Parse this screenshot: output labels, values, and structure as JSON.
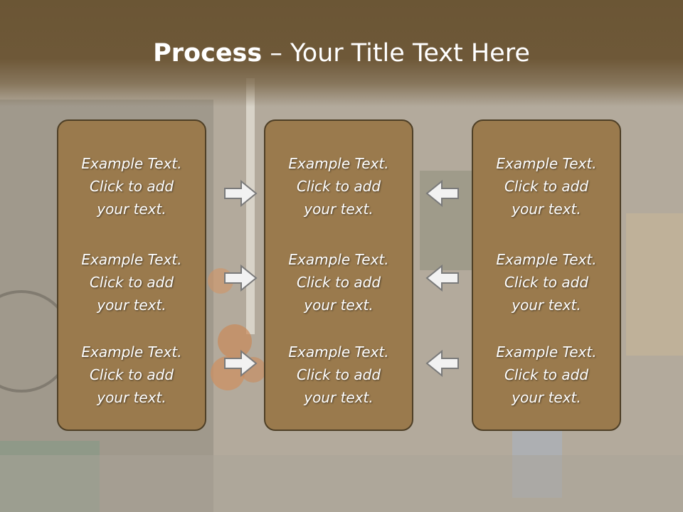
{
  "title": {
    "bold": "Process",
    "rest": " – Your Title Text Here"
  },
  "columns": [
    {
      "items": [
        "Example Text.\nClick  to add\nyour text.",
        "Example Text.\nClick  to add\nyour text.",
        "Example Text.\nClick  to add\nyour text."
      ]
    },
    {
      "items": [
        "Example Text.\nClick  to add\nyour text.",
        "Example Text.\nClick  to add\nyour text.",
        "Example Text.\nClick  to add\nyour text."
      ]
    },
    {
      "items": [
        "Example Text.\nClick  to add\nyour text.",
        "Example Text.\nClick  to add\nyour text.",
        "Example Text.\nClick  to add\nyour text."
      ]
    }
  ],
  "colors": {
    "title_band": "#6b5635",
    "box_fill": "#9a7a4d",
    "box_border": "#4e3f26"
  }
}
